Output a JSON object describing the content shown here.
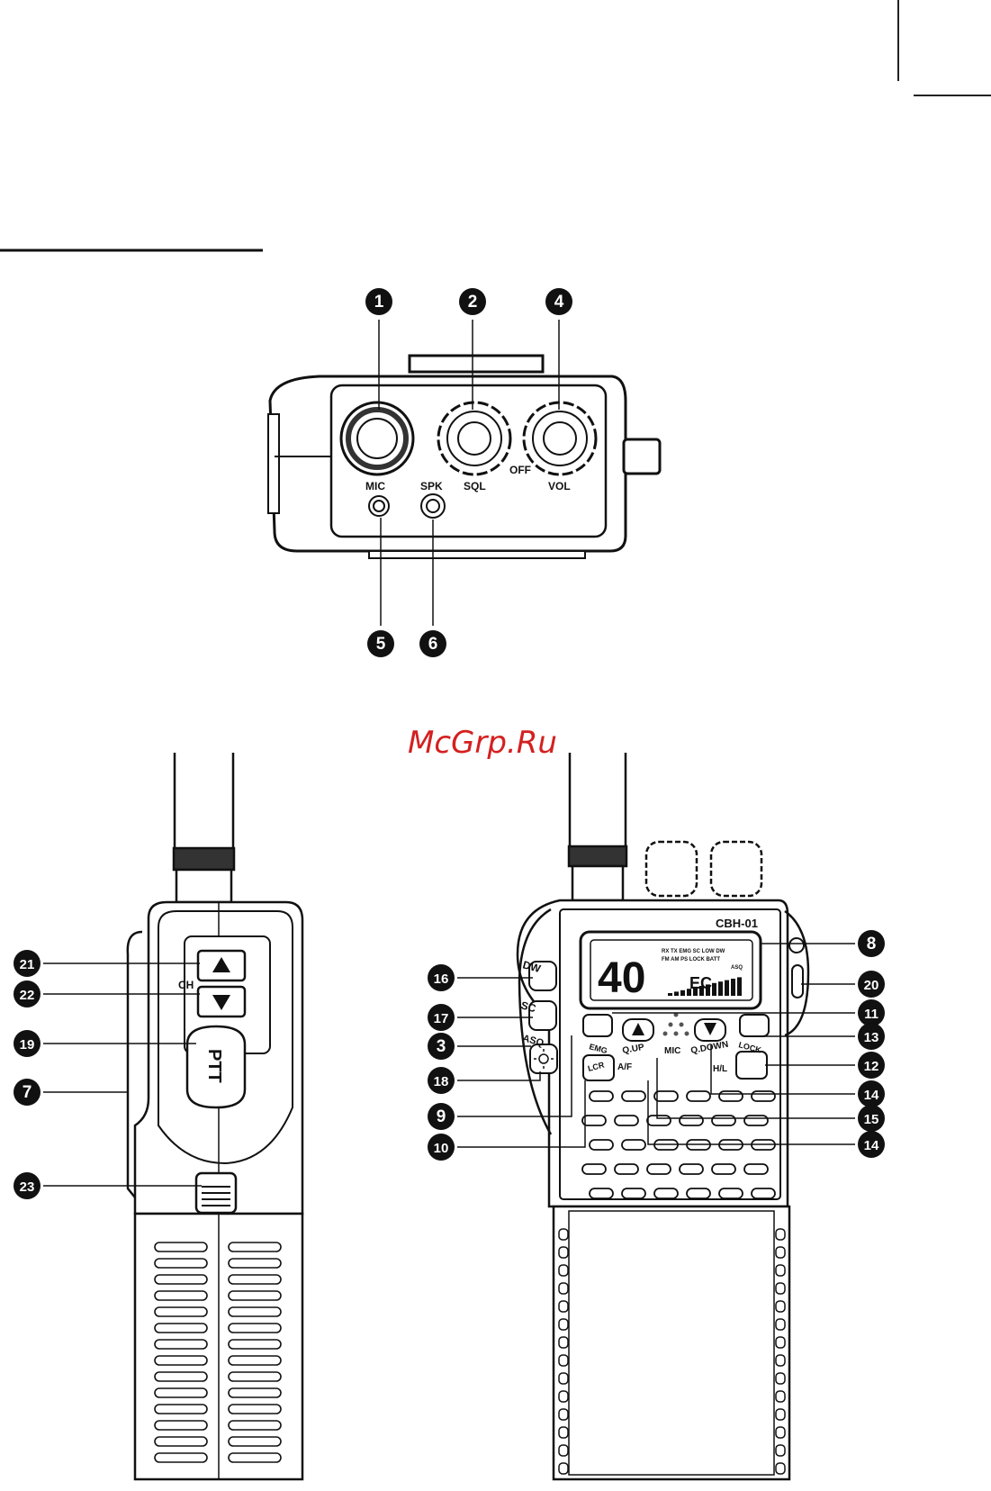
{
  "watermark": "McGrp.Ru",
  "top_view": {
    "labels": {
      "mic": "MIC",
      "spk": "SPK",
      "sql": "SQL",
      "vol": "VOL",
      "off": "OFF"
    }
  },
  "side_view": {
    "labels": {
      "ch": "CH",
      "ptt": "PTT"
    }
  },
  "front_view": {
    "model": "CBH-01",
    "lcd": {
      "channel": "40",
      "sub": "EC",
      "indicators_row1": "RX  TX  EMG  SC  LOW  DW",
      "indicators_row2": "FM  AM  PS  LOCK  BATT",
      "indicators_row3": "ASQ"
    },
    "buttons": {
      "dw": "DW",
      "sc": "SC",
      "asq": "ASQ",
      "emg": "EMG",
      "lcr": "LCR",
      "qup": "Q.UP",
      "af": "A/F",
      "mic": "MIC",
      "qdown": "Q.DOWN",
      "lock": "LOCK",
      "hl": "H/L"
    }
  },
  "callouts": {
    "c1": "1",
    "c2": "2",
    "c3": "3",
    "c4": "4",
    "c5": "5",
    "c6": "6",
    "c7": "7",
    "c8": "8",
    "c9": "9",
    "c10": "10",
    "c11": "11",
    "c12": "12",
    "c13": "13",
    "c14a": "14",
    "c14b": "14",
    "c15": "15",
    "c16": "16",
    "c17": "17",
    "c18": "18",
    "c19": "19",
    "c20": "20",
    "c21": "21",
    "c22": "22",
    "c23": "23"
  }
}
